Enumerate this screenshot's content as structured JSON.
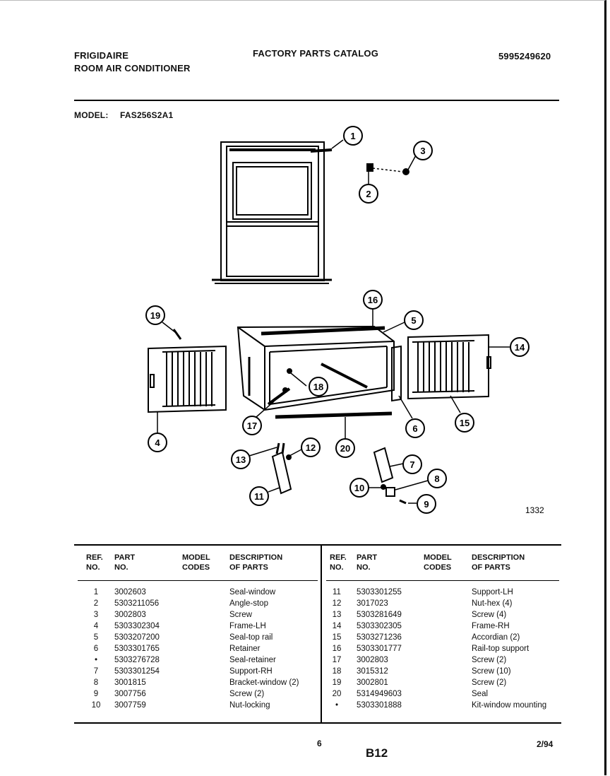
{
  "header": {
    "brand": "FRIGIDAIRE",
    "product": "ROOM AIR CONDITIONER",
    "catalog_title": "FACTORY PARTS CATALOG",
    "catalog_number": "5995249620",
    "model_label": "MODEL:",
    "model_value": "FAS256S2A1"
  },
  "diagram": {
    "figure_number": "1332",
    "callouts": [
      "1",
      "2",
      "3",
      "4",
      "5",
      "6",
      "7",
      "8",
      "9",
      "10",
      "11",
      "12",
      "13",
      "14",
      "15",
      "16",
      "17",
      "18",
      "19",
      "20"
    ]
  },
  "table": {
    "headers": {
      "ref": "REF.\nNO.",
      "part": "PART\nNO.",
      "model": "MODEL\nCODES",
      "desc": "DESCRIPTION\nOF PARTS"
    },
    "left_rows": [
      {
        "ref": "1",
        "part": "3002603",
        "model": "",
        "desc": "Seal-window"
      },
      {
        "ref": "2",
        "part": "5303211056",
        "model": "",
        "desc": "Angle-stop"
      },
      {
        "ref": "3",
        "part": "3002803",
        "model": "",
        "desc": "Screw"
      },
      {
        "ref": "4",
        "part": "5303302304",
        "model": "",
        "desc": "Frame-LH"
      },
      {
        "ref": "5",
        "part": "5303207200",
        "model": "",
        "desc": "Seal-top rail"
      },
      {
        "ref": "6",
        "part": "5303301765",
        "model": "",
        "desc": "Retainer"
      },
      {
        "ref": "•",
        "part": "5303276728",
        "model": "",
        "desc": "Seal-retainer"
      },
      {
        "ref": "7",
        "part": "5303301254",
        "model": "",
        "desc": "Support-RH"
      },
      {
        "ref": "8",
        "part": "3001815",
        "model": "",
        "desc": "Bracket-window (2)"
      },
      {
        "ref": "9",
        "part": "3007756",
        "model": "",
        "desc": "Screw (2)"
      },
      {
        "ref": "10",
        "part": "3007759",
        "model": "",
        "desc": "Nut-locking"
      }
    ],
    "right_rows": [
      {
        "ref": "11",
        "part": "5303301255",
        "model": "",
        "desc": "Support-LH"
      },
      {
        "ref": "12",
        "part": "3017023",
        "model": "",
        "desc": "Nut-hex (4)"
      },
      {
        "ref": "13",
        "part": "5303281649",
        "model": "",
        "desc": "Screw (4)"
      },
      {
        "ref": "14",
        "part": "5303302305",
        "model": "",
        "desc": "Frame-RH"
      },
      {
        "ref": "15",
        "part": "5303271236",
        "model": "",
        "desc": "Accordian (2)"
      },
      {
        "ref": "16",
        "part": "5303301777",
        "model": "",
        "desc": "Rail-top support"
      },
      {
        "ref": "17",
        "part": "3002803",
        "model": "",
        "desc": "Screw (2)"
      },
      {
        "ref": "18",
        "part": "3015312",
        "model": "",
        "desc": "Screw (10)"
      },
      {
        "ref": "19",
        "part": "3002801",
        "model": "",
        "desc": "Screw (2)"
      },
      {
        "ref": "20",
        "part": "5314949603",
        "model": "",
        "desc": "Seal"
      },
      {
        "ref": "•",
        "part": "5303301888",
        "model": "",
        "desc": "Kit-window mounting"
      }
    ]
  },
  "footer": {
    "page_number": "6",
    "section_code": "B12",
    "date": "2/94"
  }
}
